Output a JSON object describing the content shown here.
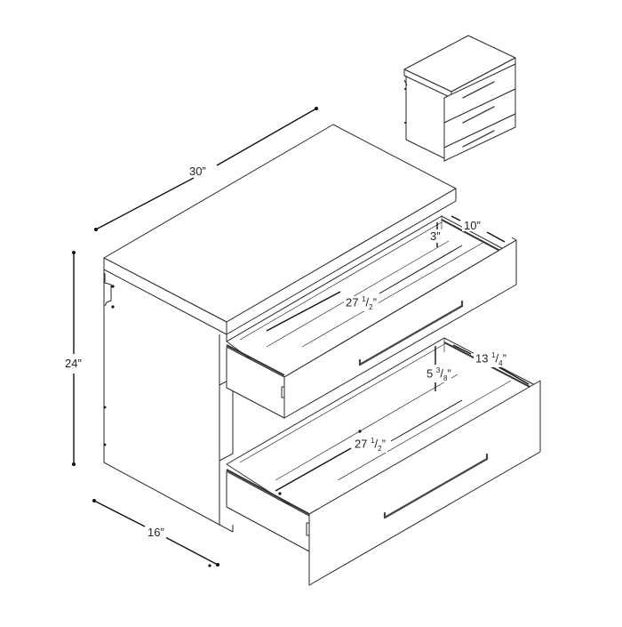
{
  "diagram": {
    "subject": "3-drawer storage cabinet dimension drawing",
    "thumbnail": {
      "description": "closed cabinet with three drawers"
    },
    "dimensions": {
      "width": {
        "whole": "30",
        "fraction": "",
        "unit": "”",
        "label": "30”"
      },
      "height": {
        "whole": "24",
        "fraction": "",
        "unit": "”",
        "label": "24”"
      },
      "depth": {
        "whole": "16",
        "fraction": "",
        "unit": "”",
        "label": "16”"
      },
      "top_drawer_interior_length": {
        "whole": "27",
        "num": "1",
        "den": "2",
        "unit": "”"
      },
      "top_drawer_interior_width": {
        "whole": "10",
        "fraction": "",
        "unit": "”",
        "label": "10”"
      },
      "top_drawer_interior_height": {
        "whole": "3",
        "fraction": "",
        "unit": "”",
        "label": "3”"
      },
      "bottom_drawer_interior_length": {
        "whole": "27",
        "num": "1",
        "den": "2",
        "unit": "”"
      },
      "bottom_drawer_interior_width": {
        "whole": "13",
        "num": "1",
        "den": "4",
        "unit": "”"
      },
      "bottom_drawer_interior_height": {
        "whole": "5",
        "num": "3",
        "den": "8",
        "unit": "”"
      }
    },
    "colors": {
      "line": "#2a2a2a",
      "background": "#ffffff"
    }
  }
}
